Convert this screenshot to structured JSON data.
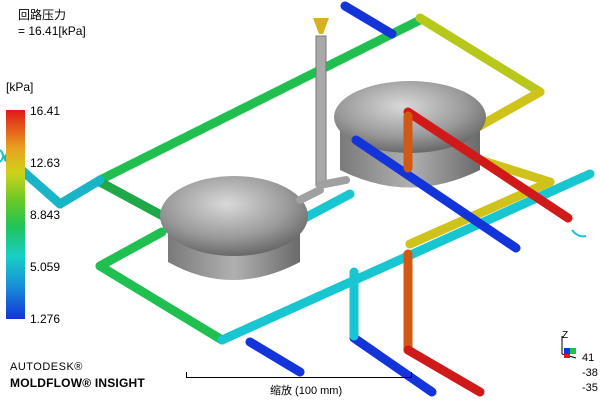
{
  "result": {
    "title": "回路压力",
    "value_line": "= 16.41[kPa]"
  },
  "legend": {
    "unit": "[kPa]",
    "ticks": [
      "16.41",
      "12.63",
      "8.843",
      "5.059",
      "1.276"
    ]
  },
  "branding": {
    "line1": "AUTODESK®",
    "line2": "MOLDFLOW® INSIGHT"
  },
  "scale_bar": {
    "label": "缩放 (100 mm)"
  },
  "triad": {
    "axis_label": "Z",
    "values": [
      "41",
      "-38",
      "-35"
    ]
  },
  "colors": {
    "high": "#e01818",
    "mid": "#20c050",
    "low": "#1234d8",
    "cyan": "#18c6d2",
    "yellow": "#cfc21a"
  }
}
